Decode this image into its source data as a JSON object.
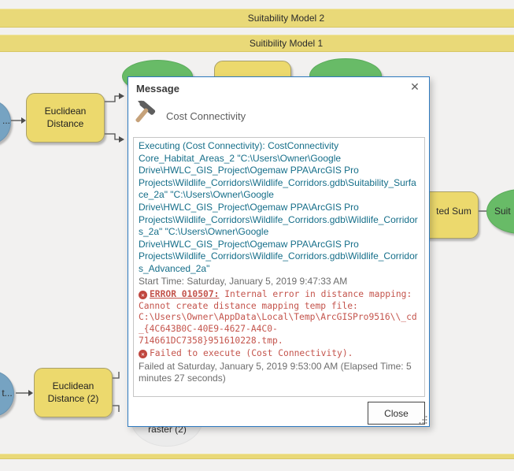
{
  "canvas": {
    "bars": [
      {
        "label": "Suitability Model 2"
      },
      {
        "label": "Suitibility Model 1"
      },
      {
        "label": ""
      }
    ],
    "nodes": {
      "input_top": {
        "label_visible": "..."
      },
      "euclidean_distance": {
        "label": "Euclidean Distance"
      },
      "input_bottom": {
        "label_visible": "t..."
      },
      "euclidean_distance_2": {
        "label": "Euclidean Distance (2)"
      },
      "weighted_sum": {
        "label_visible": "ted Sum"
      },
      "suitability_output": {
        "label_visible": "Suit"
      },
      "raster_output": {
        "label_visible": "raster (2)"
      }
    }
  },
  "dialog": {
    "title": "Message",
    "tool_name": "Cost Connectivity",
    "messages": {
      "executing": "Executing (Cost Connectivity): CostConnectivity Core_Habitat_Areas_2 \"C:\\Users\\Owner\\Google Drive\\HWLC_GIS_Project\\Ogemaw PPA\\ArcGIS Pro Projects\\Wildlife_Corridors\\Wildlife_Corridors.gdb\\Suitability_Surface_2a\" \"C:\\Users\\Owner\\Google Drive\\HWLC_GIS_Project\\Ogemaw PPA\\ArcGIS Pro Projects\\Wildlife_Corridors\\Wildlife_Corridors.gdb\\Wildlife_Corridors_2a\" \"C:\\Users\\Owner\\Google Drive\\HWLC_GIS_Project\\Ogemaw PPA\\ArcGIS Pro Projects\\Wildlife_Corridors\\Wildlife_Corridors.gdb\\Wildlife_Corridors_Advanced_2a\"",
      "start_time": "Start Time: Saturday, January 5, 2019 9:47:33 AM",
      "error_code": "ERROR 010507:",
      "error_body": " Internal error in distance mapping: Cannot create distance mapping temp file: C:\\Users\\Owner\\AppData\\Local\\Temp\\ArcGISPro9516\\\\_cd_{4C643B0C-40E9-4627-A4C0-714661DC7358}951610228.tmp.",
      "failed_line": "Failed to execute (Cost Connectivity).",
      "failed_at": "Failed at Saturday, January 5, 2019 9:53:00 AM (Elapsed Time: 5 minutes 27 seconds)"
    },
    "close_button": "Close"
  },
  "colors": {
    "dialog_border": "#2e7ac0",
    "executing_text": "#156e89",
    "error_text": "#c4544c",
    "meta_text": "#6d6d6d",
    "node_yellow": "#ecd96d",
    "node_green": "#68bb67",
    "node_blue": "#76a3c2",
    "group_bar_yellow": "#e9d978"
  }
}
